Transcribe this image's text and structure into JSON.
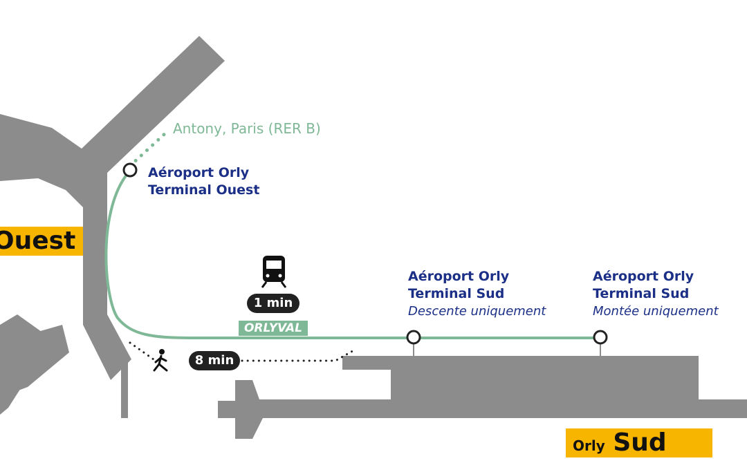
{
  "colors": {
    "navy": "#1b2f87",
    "green": "#7fb896",
    "yellow": "#f7b500",
    "building": "#8c8c8c"
  },
  "external_link": {
    "label": "Antony, Paris (RER B)"
  },
  "stations": [
    {
      "line1": "Aéroport Orly",
      "line2": "Terminal Ouest"
    },
    {
      "line1": "Aéroport Orly",
      "line2": "Terminal Sud",
      "note": "Descente uniquement"
    },
    {
      "line1": "Aéroport Orly",
      "line2": "Terminal Sud",
      "note": "Montée uniquement"
    }
  ],
  "line_name": "ORLYVAL",
  "train": {
    "icon": "train-icon",
    "duration": "1 min"
  },
  "walk": {
    "icon": "pedestrian-icon",
    "duration": "8 min"
  },
  "terminal_signs": {
    "ouest": {
      "text": "Ouest"
    },
    "sud": {
      "prefix": "Orly",
      "text": "Sud"
    }
  }
}
